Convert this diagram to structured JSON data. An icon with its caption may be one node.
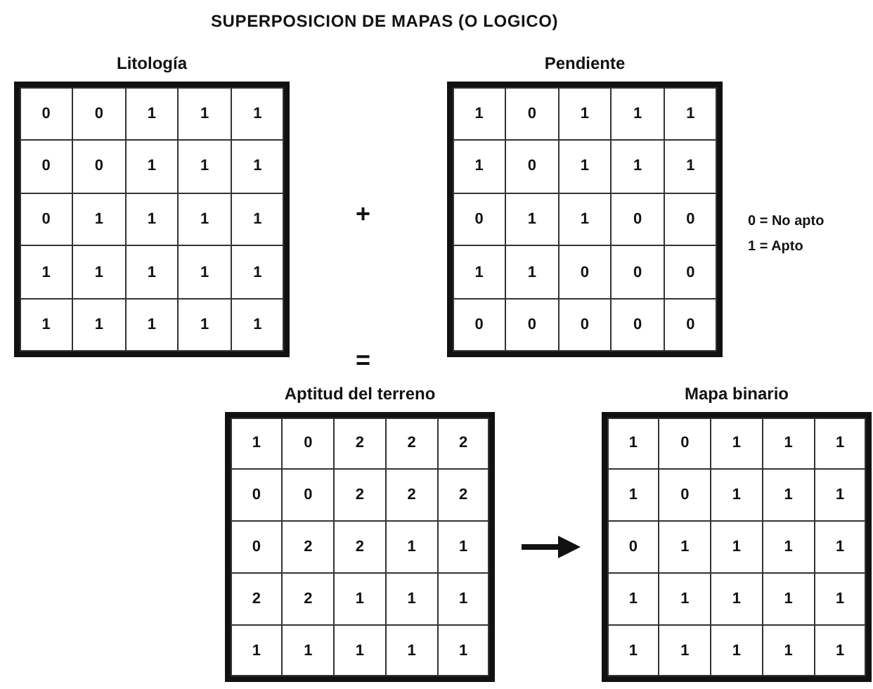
{
  "diagram": {
    "title": "SUPERPOSICION DE MAPAS (O LOGICO)",
    "nodes": [
      {
        "text": [
          "Litología",
          "0",
          "0",
          "1",
          "1",
          "1",
          "0",
          "0",
          "1",
          "1",
          "1",
          "0",
          "1",
          "1",
          "1",
          "1",
          "1",
          "1",
          "1",
          "1",
          "1",
          "1",
          "1",
          "1",
          "1",
          "1"
        ]
      },
      {
        "text": [
          "Pendiente",
          "1",
          "0",
          "1",
          "1",
          "1",
          "1",
          "0",
          "1",
          "1",
          "1",
          "0",
          "1",
          "1",
          "0",
          "0",
          "1",
          "1",
          "0",
          "0",
          "0",
          "0",
          "0",
          "0",
          "0",
          "0"
        ]
      },
      {
        "text": [
          "Aptitud del terreno",
          "1",
          "0",
          "2",
          "2",
          "2",
          "0",
          "0",
          "2",
          "2",
          "2",
          "0",
          "2",
          "2",
          "1",
          "1",
          "2",
          "2",
          "1",
          "1",
          "1",
          "1",
          "1",
          "1",
          "1",
          "1"
        ]
      },
      {
        "text": [
          "Mapa binario",
          "1",
          "0",
          "1",
          "1",
          "1",
          "1",
          "0",
          "1",
          "1",
          "1",
          "0",
          "1",
          "1",
          "1",
          "1",
          "1",
          "1",
          "1",
          "1",
          "1",
          "1",
          "1",
          "1",
          "1",
          "1"
        ]
      }
    ],
    "edges": [
      {
        "from": 2,
        "to": 3,
        "arrow": "to"
      }
    ],
    "labels": [
      "+",
      "0 = No apto",
      "1 = Apto",
      "="
    ]
  }
}
